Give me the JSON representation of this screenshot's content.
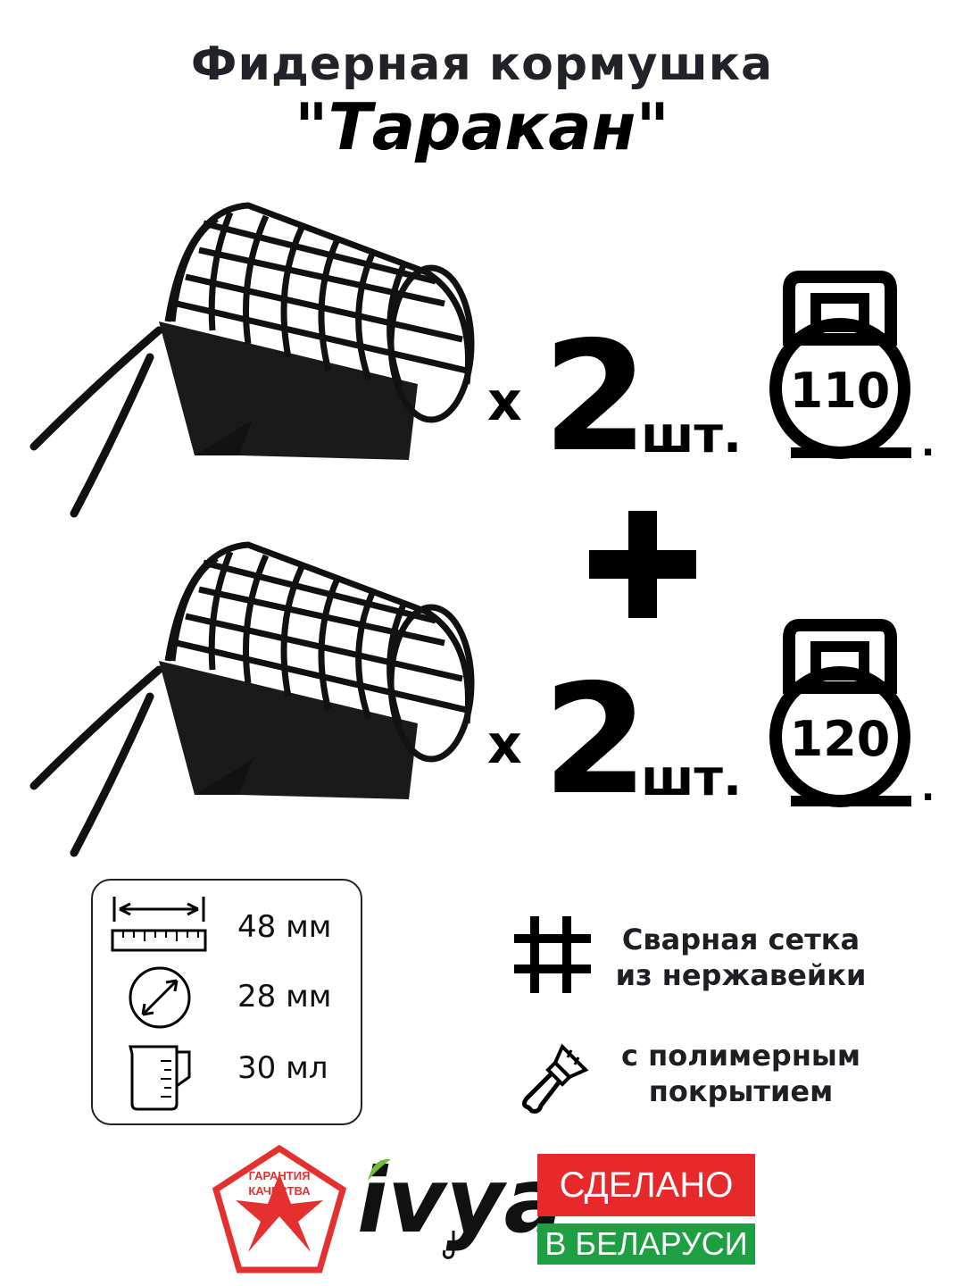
{
  "title": {
    "line1": "Фидерная кормушка",
    "line2": "\"Таракан\""
  },
  "offers": [
    {
      "times": "x",
      "quantity": "2",
      "unit": "шт.",
      "weight": "110",
      "dot": "."
    },
    {
      "times": "x",
      "quantity": "2",
      "unit": "шт.",
      "weight": "120",
      "dot": "."
    }
  ],
  "plus_symbol": "plus-icon",
  "specs": [
    {
      "icon": "length-ruler-icon",
      "value": "48 мм"
    },
    {
      "icon": "diameter-icon",
      "value": "28 мм"
    },
    {
      "icon": "measuring-cup-icon",
      "value": "30 мл"
    }
  ],
  "features": [
    {
      "icon": "grid-hash-icon",
      "line1": "Сварная сетка",
      "line2": "из нержавейки"
    },
    {
      "icon": "paint-brush-icon",
      "line1": "с полимерным",
      "line2": "покрытием"
    }
  ],
  "badge": {
    "line1": "ГАРАНТИЯ",
    "line2": "КАЧЕСТВА",
    "color": "#e4302e"
  },
  "brand": {
    "name": "ivya",
    "accent": "#6dbf3b"
  },
  "made_in": {
    "line1": "СДЕЛАНО",
    "line2": "В БЕЛАРУСИ",
    "red": "#e62a2c",
    "green": "#1e9f42"
  }
}
